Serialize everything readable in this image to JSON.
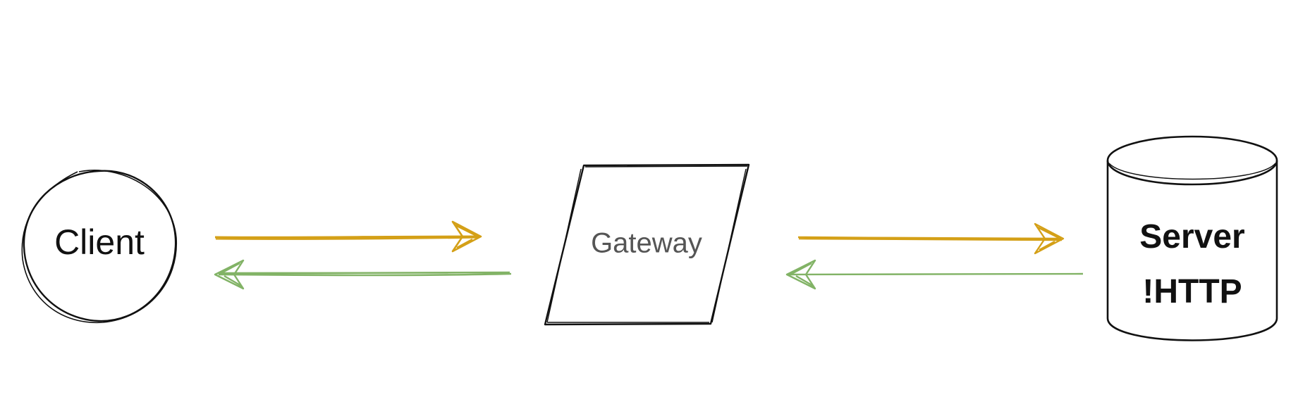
{
  "nodes": {
    "client": {
      "label": "Client",
      "text_color": "#111111"
    },
    "gateway": {
      "label": "Gateway",
      "text_color": "#555555"
    },
    "server": {
      "label_line1": "Server",
      "label_line2": "!HTTP",
      "text_color": "#111111"
    }
  },
  "edges": [
    {
      "id": "client-to-gateway",
      "color": "#d4a017"
    },
    {
      "id": "gateway-to-client",
      "color": "#82b366"
    },
    {
      "id": "gateway-to-server",
      "color": "#d4a017"
    },
    {
      "id": "server-to-gateway",
      "color": "#82b366"
    }
  ],
  "colors": {
    "outline": "#111111",
    "request": "#d4a017",
    "response": "#82b366"
  }
}
